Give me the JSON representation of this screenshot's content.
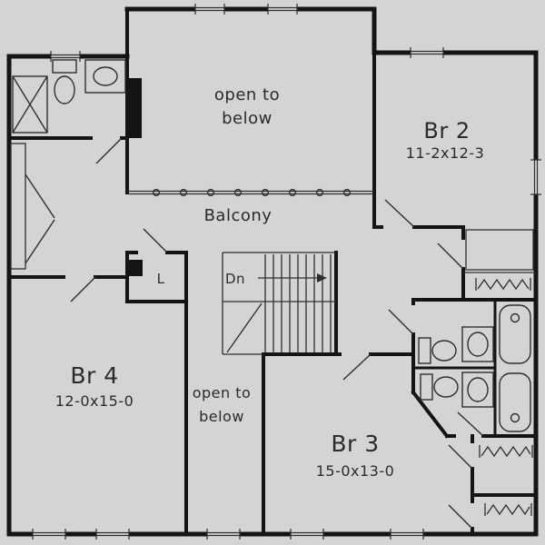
{
  "colors": {
    "background": "#d4d4d4",
    "wall": "#141414",
    "text": "#2b2b2b"
  },
  "labels": {
    "open_to_below_top": {
      "line1": "open to",
      "line2": "below"
    },
    "br2": {
      "name": "Br 2",
      "dims": "11-2x12-3"
    },
    "balcony": "Balcony",
    "stairs_direction": "Dn",
    "linen_closet": "L",
    "br4": {
      "name": "Br 4",
      "dims": "12-0x15-0"
    },
    "open_to_below_bottom": {
      "line1": "open to",
      "line2": "below"
    },
    "br3": {
      "name": "Br 3",
      "dims": "15-0x13-0"
    }
  }
}
